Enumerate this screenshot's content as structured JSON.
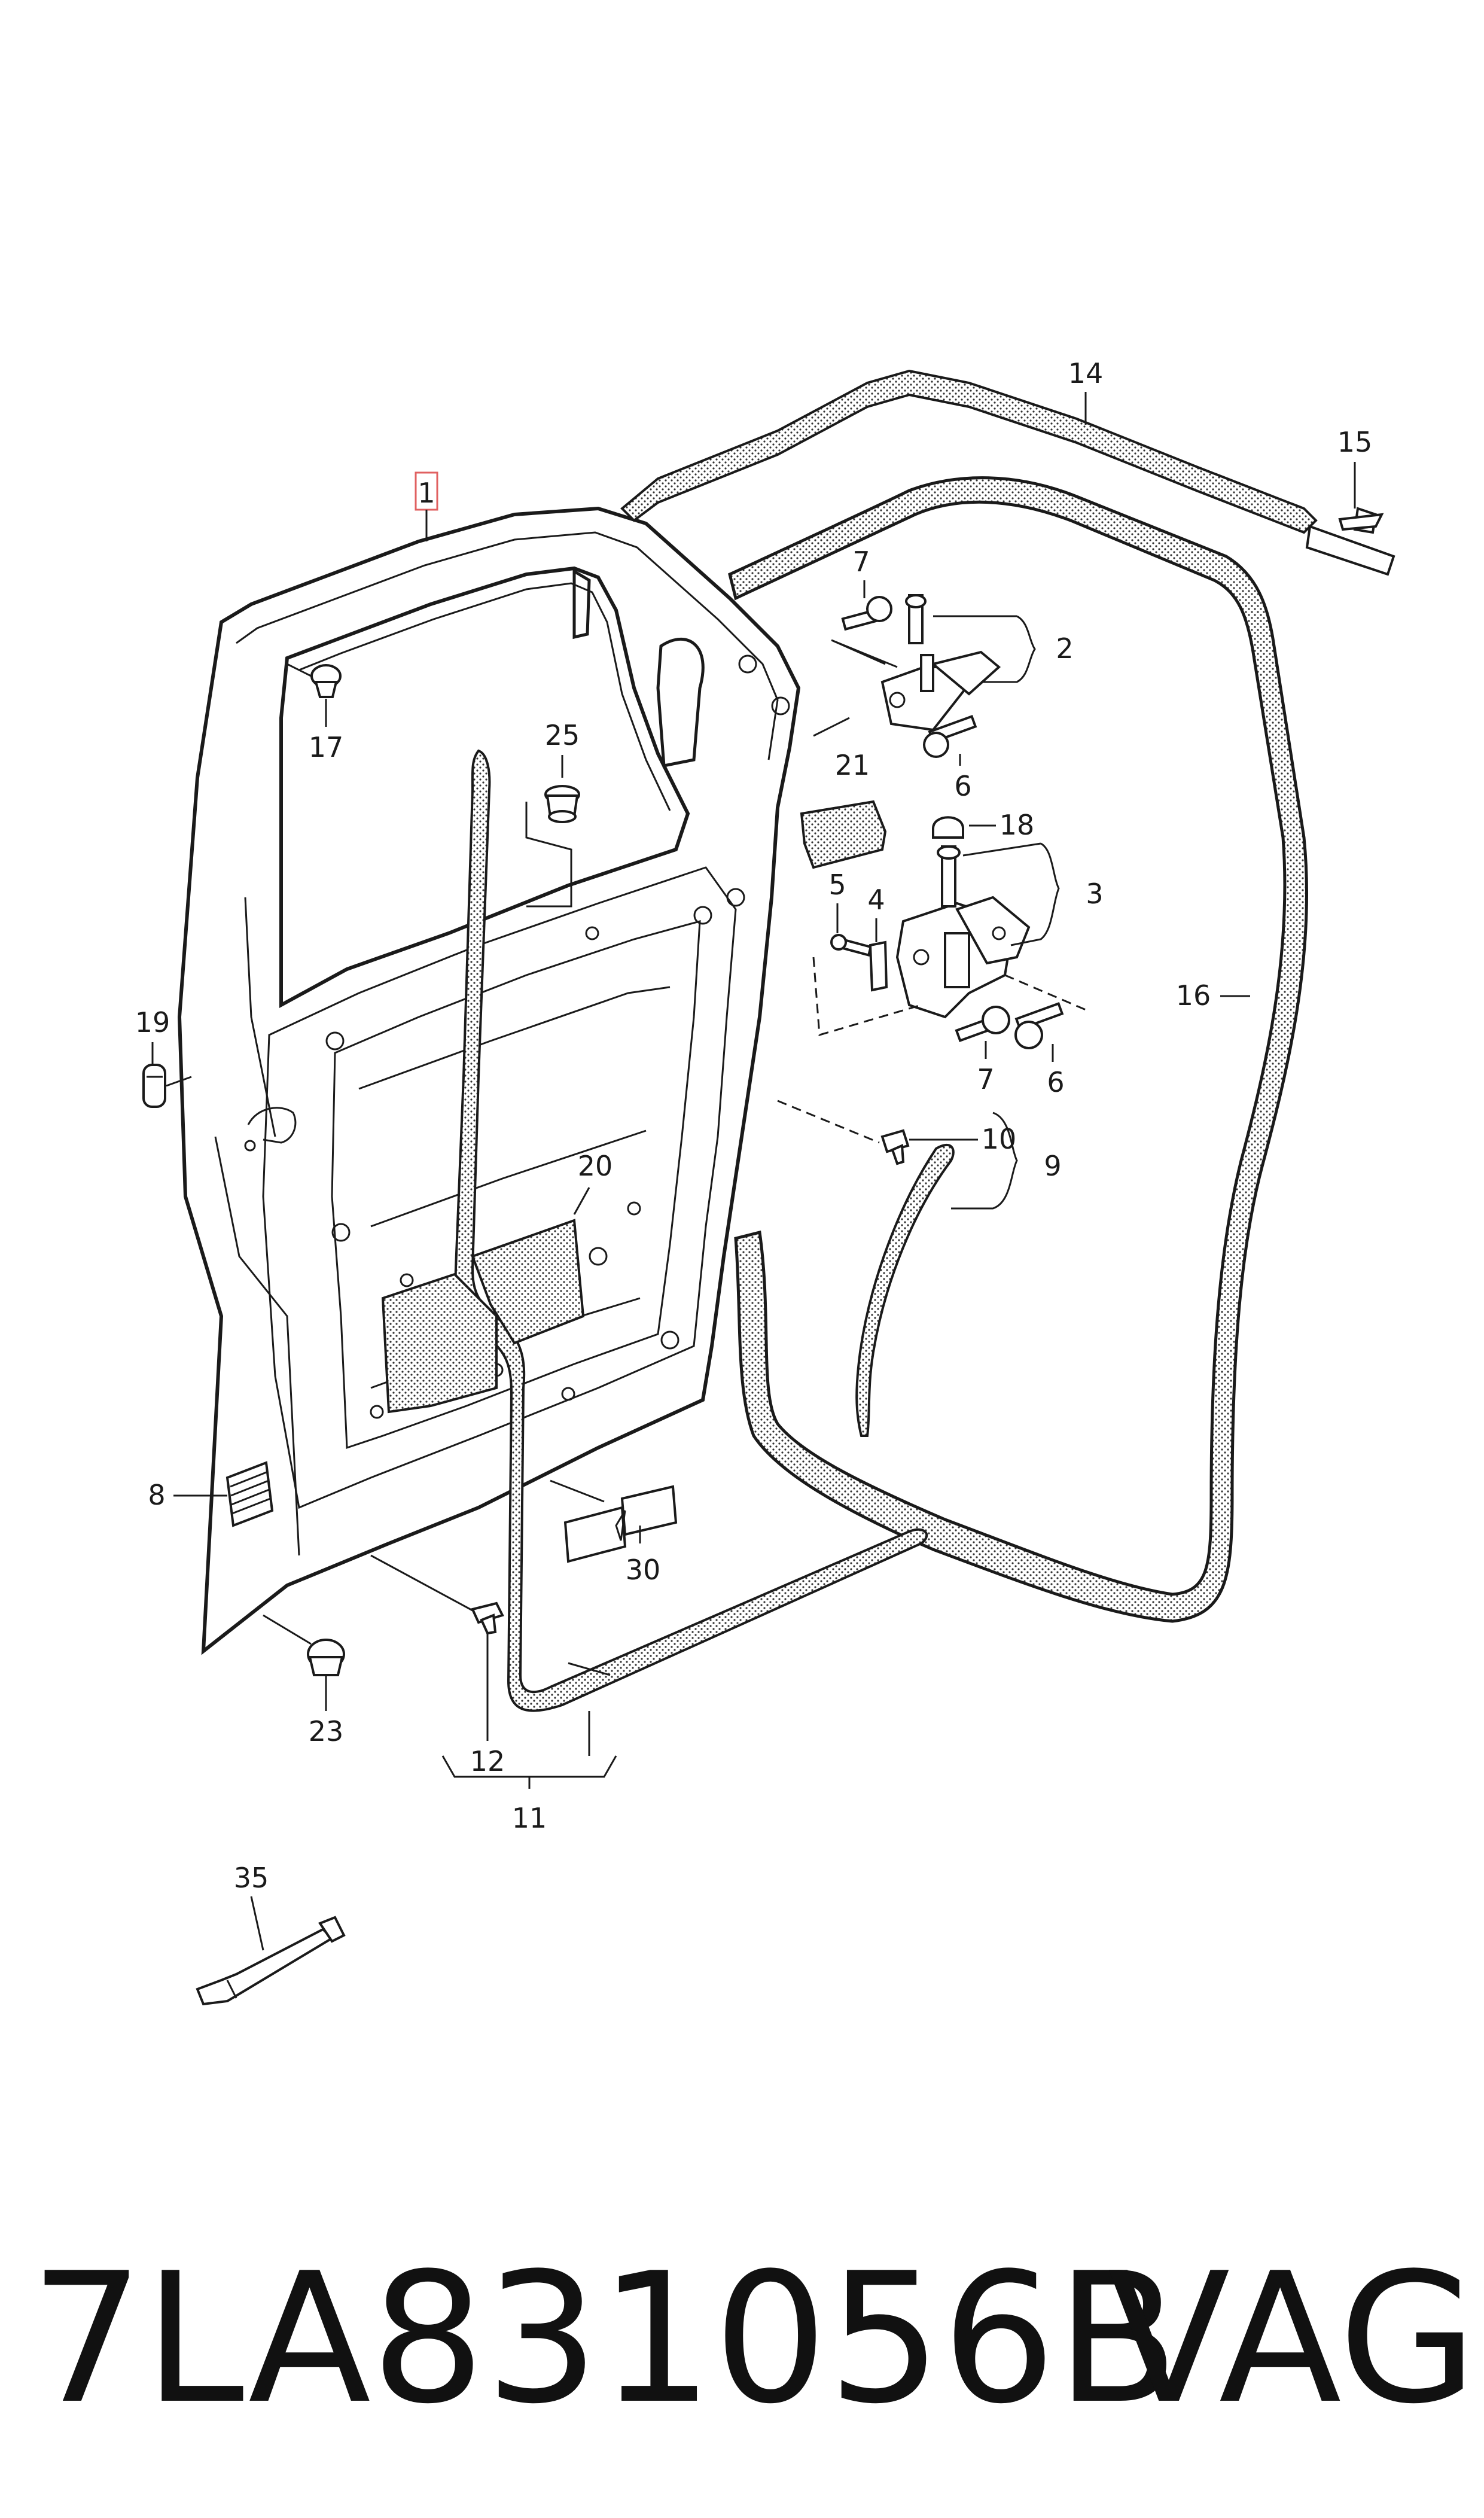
{
  "callouts": {
    "c1": "1",
    "c2": "2",
    "c3": "3",
    "c4": "4",
    "c5": "5",
    "c6a": "6",
    "c6b": "6",
    "c7a": "7",
    "c7b": "7",
    "c8": "8",
    "c9": "9",
    "c10": "10",
    "c11": "11",
    "c12": "12",
    "c14": "14",
    "c15": "15",
    "c16": "16",
    "c17": "17",
    "c18": "18",
    "c19": "19",
    "c20": "20",
    "c21": "21",
    "c23": "23",
    "c25": "25",
    "c30": "30",
    "c35": "35"
  },
  "footer": {
    "part_number": "7LA831056B",
    "brand": "VAG"
  },
  "colors": {
    "line": "#1a1a1a",
    "highlight_box": "#e06060",
    "seal_fill": "#e8e8e8"
  }
}
